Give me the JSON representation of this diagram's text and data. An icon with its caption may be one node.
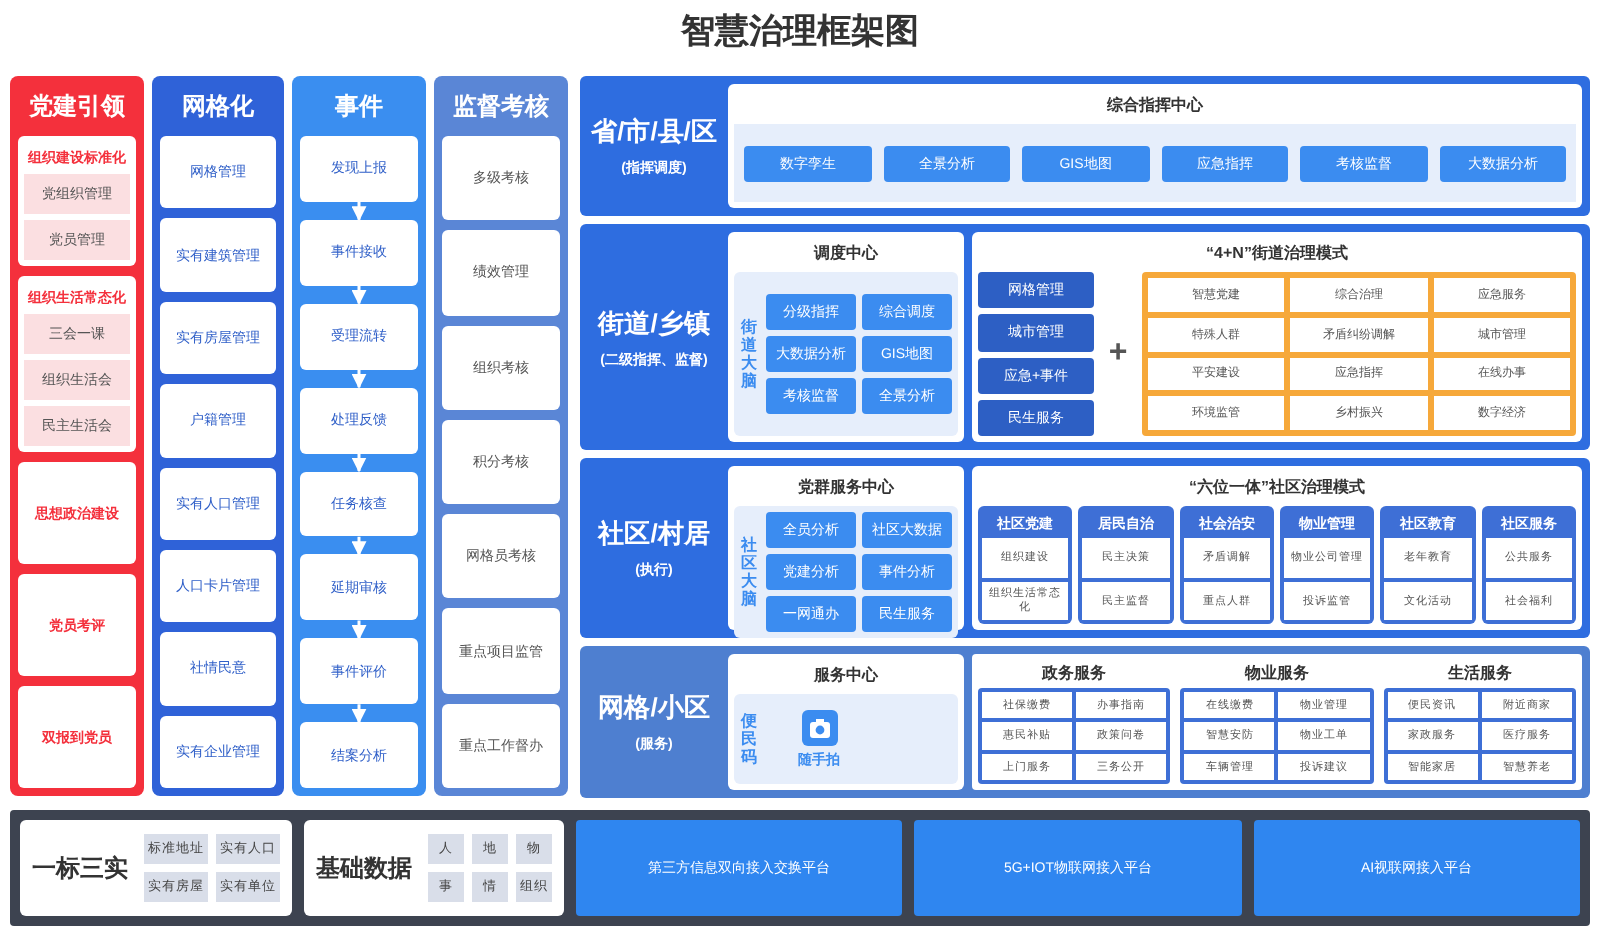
{
  "diagram": {
    "title": "智慧治理框架图",
    "nodes": [
      {
        "text": [
          "党建引领"
        ]
      },
      {
        "text": [
          "组织建设标准化"
        ],
        "in": 0
      },
      {
        "text": [
          "党组织管理"
        ],
        "in": 1
      },
      {
        "text": [
          "党员管理"
        ],
        "in": 1
      },
      {
        "text": [
          "组织生活常态化"
        ],
        "in": 0
      },
      {
        "text": [
          "三会一课"
        ],
        "in": 4
      },
      {
        "text": [
          "组织生活会"
        ],
        "in": 4
      },
      {
        "text": [
          "民主生活会"
        ],
        "in": 4
      },
      {
        "text": [
          "思想政治建设"
        ],
        "in": 0
      },
      {
        "text": [
          "党员考评"
        ],
        "in": 0
      },
      {
        "text": [
          "双报到党员"
        ],
        "in": 0
      },
      {
        "text": [
          "网格化"
        ]
      },
      {
        "text": [
          "网格管理"
        ],
        "in": 11
      },
      {
        "text": [
          "实有建筑管理"
        ],
        "in": 11
      },
      {
        "text": [
          "实有房屋管理"
        ],
        "in": 11
      },
      {
        "text": [
          "户籍管理"
        ],
        "in": 11
      },
      {
        "text": [
          "实有人口管理"
        ],
        "in": 11
      },
      {
        "text": [
          "人口卡片管理"
        ],
        "in": 11
      },
      {
        "text": [
          "社情民意"
        ],
        "in": 11
      },
      {
        "text": [
          "实有企业管理"
        ],
        "in": 11
      },
      {
        "text": [
          "事件"
        ]
      },
      {
        "text": [
          "发现上报"
        ],
        "in": 20
      },
      {
        "text": [
          "事件接收"
        ],
        "in": 20
      },
      {
        "text": [
          "受理流转"
        ],
        "in": 20
      },
      {
        "text": [
          "处理反馈"
        ],
        "in": 20
      },
      {
        "text": [
          "任务核查"
        ],
        "in": 20
      },
      {
        "text": [
          "延期审核"
        ],
        "in": 20
      },
      {
        "text": [
          "事件评价"
        ],
        "in": 20
      },
      {
        "text": [
          "结案分析"
        ],
        "in": 20
      },
      {
        "text": [
          "监督考核"
        ]
      },
      {
        "text": [
          "多级考核"
        ],
        "in": 29
      },
      {
        "text": [
          "绩效管理"
        ],
        "in": 29
      },
      {
        "text": [
          "组织考核"
        ],
        "in": 29
      },
      {
        "text": [
          "积分考核"
        ],
        "in": 29
      },
      {
        "text": [
          "网格员考核"
        ],
        "in": 29
      },
      {
        "text": [
          "重点项目监管"
        ],
        "in": 29
      },
      {
        "text": [
          "重点工作督办"
        ],
        "in": 29
      },
      {
        "text": [
          "省/市/县/区",
          "(指挥调度)"
        ]
      },
      {
        "text": [
          "综合指挥中心"
        ],
        "in": 37
      },
      {
        "text": [
          "数字孪生"
        ],
        "in": 38
      },
      {
        "text": [
          "全景分析"
        ],
        "in": 38
      },
      {
        "text": [
          "GIS地图"
        ],
        "in": 38
      },
      {
        "text": [
          "应急指挥"
        ],
        "in": 38
      },
      {
        "text": [
          "考核监督"
        ],
        "in": 38
      },
      {
        "text": [
          "大数据分析"
        ],
        "in": 38
      },
      {
        "text": [
          "街道/乡镇",
          "(二级指挥、监督)"
        ]
      },
      {
        "text": [
          "调度中心"
        ],
        "in": 45
      },
      {
        "text": [
          "街道大脑"
        ],
        "in": 46
      },
      {
        "text": [
          "分级指挥"
        ],
        "in": 47
      },
      {
        "text": [
          "综合调度"
        ],
        "in": 47
      },
      {
        "text": [
          "大数据分析"
        ],
        "in": 47
      },
      {
        "text": [
          "GIS地图"
        ],
        "in": 47
      },
      {
        "text": [
          "考核监督"
        ],
        "in": 47
      },
      {
        "text": [
          "全景分析"
        ],
        "in": 47
      },
      {
        "text": [
          "“4+N”街道治理模式"
        ],
        "in": 45
      },
      {
        "text": [
          "网格管理"
        ],
        "in": 54
      },
      {
        "text": [
          "城市管理"
        ],
        "in": 54
      },
      {
        "text": [
          "应急+事件"
        ],
        "in": 54
      },
      {
        "text": [
          "民生服务"
        ],
        "in": 54
      },
      {
        "text": [],
        "shape": "box",
        "in": 54
      },
      {
        "text": [
          "智慧党建"
        ],
        "in": 59
      },
      {
        "text": [
          "综合治理"
        ],
        "in": 59
      },
      {
        "text": [
          "应急服务"
        ],
        "in": 59
      },
      {
        "text": [
          "特殊人群"
        ],
        "in": 59
      },
      {
        "text": [
          "矛盾纠纷调解"
        ],
        "in": 59
      },
      {
        "text": [
          "城市管理"
        ],
        "in": 59
      },
      {
        "text": [
          "平安建设"
        ],
        "in": 59
      },
      {
        "text": [
          "应急指挥"
        ],
        "in": 59
      },
      {
        "text": [
          "在线办事"
        ],
        "in": 59
      },
      {
        "text": [
          "环境监管"
        ],
        "in": 59
      },
      {
        "text": [
          "乡村振兴"
        ],
        "in": 59
      },
      {
        "text": [
          "数字经济"
        ],
        "in": 59
      },
      {
        "text": [
          "社区/村居",
          "(执行)"
        ]
      },
      {
        "text": [
          "党群服务中心"
        ],
        "in": 72
      },
      {
        "text": [
          "社区大脑"
        ],
        "in": 73
      },
      {
        "text": [
          "全员分析"
        ],
        "in": 74
      },
      {
        "text": [
          "社区大数据"
        ],
        "in": 74
      },
      {
        "text": [
          "党建分析"
        ],
        "in": 74
      },
      {
        "text": [
          "事件分析"
        ],
        "in": 74
      },
      {
        "text": [
          "一网通办"
        ],
        "in": 74
      },
      {
        "text": [
          "民生服务"
        ],
        "in": 74
      },
      {
        "text": [
          "“六位一体”社区治理模式"
        ],
        "in": 72
      },
      {
        "text": [
          "社区党建"
        ],
        "in": 81
      },
      {
        "text": [
          "组织建设"
        ],
        "in": 82
      },
      {
        "text": [
          "组织生活常态化"
        ],
        "in": 82
      },
      {
        "text": [
          "居民自治"
        ],
        "in": 81
      },
      {
        "text": [
          "民主决策"
        ],
        "in": 85
      },
      {
        "text": [
          "民主监督"
        ],
        "in": 85
      },
      {
        "text": [
          "社会治安"
        ],
        "in": 81
      },
      {
        "text": [
          "矛盾调解"
        ],
        "in": 88
      },
      {
        "text": [
          "重点人群"
        ],
        "in": 88
      },
      {
        "text": [
          "物业管理"
        ],
        "in": 81
      },
      {
        "text": [
          "物业公司管理"
        ],
        "in": 91
      },
      {
        "text": [
          "投诉监管"
        ],
        "in": 91
      },
      {
        "text": [
          "社区教育"
        ],
        "in": 81
      },
      {
        "text": [
          "老年教育"
        ],
        "in": 94
      },
      {
        "text": [
          "文化活动"
        ],
        "in": 94
      },
      {
        "text": [
          "社区服务"
        ],
        "in": 81
      },
      {
        "text": [
          "公共服务"
        ],
        "in": 97
      },
      {
        "text": [
          "社会福利"
        ],
        "in": 97
      },
      {
        "text": [
          "网格/小区",
          "(服务)"
        ]
      },
      {
        "text": [
          "服务中心"
        ],
        "in": 100
      },
      {
        "text": [
          "便民码"
        ],
        "in": 101
      },
      {
        "text": [
          "随手拍"
        ],
        "in": 102
      },
      {
        "text": [],
        "shape": "box",
        "in": 100
      },
      {
        "text": [
          "政务服务"
        ],
        "in": 104
      },
      {
        "text": [
          "社保缴费"
        ],
        "in": 105
      },
      {
        "text": [
          "办事指南"
        ],
        "in": 105
      },
      {
        "text": [
          "惠民补贴"
        ],
        "in": 105
      },
      {
        "text": [
          "政策问卷"
        ],
        "in": 105
      },
      {
        "text": [
          "上门服务"
        ],
        "in": 105
      },
      {
        "text": [
          "三务公开"
        ],
        "in": 105
      },
      {
        "text": [
          "物业服务"
        ],
        "in": 104
      },
      {
        "text": [
          "在线缴费"
        ],
        "in": 112
      },
      {
        "text": [
          "物业管理"
        ],
        "in": 112
      },
      {
        "text": [
          "智慧安防"
        ],
        "in": 112
      },
      {
        "text": [
          "物业工单"
        ],
        "in": 112
      },
      {
        "text": [
          "车辆管理"
        ],
        "in": 112
      },
      {
        "text": [
          "投诉建议"
        ],
        "in": 112
      },
      {
        "text": [
          "生活服务"
        ],
        "in": 104
      },
      {
        "text": [
          "便民资讯"
        ],
        "in": 119
      },
      {
        "text": [
          "附近商家"
        ],
        "in": 119
      },
      {
        "text": [
          "家政服务"
        ],
        "in": 119
      },
      {
        "text": [
          "医疗服务"
        ],
        "in": 119
      },
      {
        "text": [
          "智能家居"
        ],
        "in": 119
      },
      {
        "text": [
          "智慧养老"
        ],
        "in": 119
      },
      {
        "text": [],
        "shape": "box"
      },
      {
        "text": [
          "一标三实"
        ],
        "in": 126
      },
      {
        "text": [
          "标准地址"
        ],
        "in": 127
      },
      {
        "text": [
          "实有人口"
        ],
        "in": 127
      },
      {
        "text": [
          "实有房屋"
        ],
        "in": 127
      },
      {
        "text": [
          "实有单位"
        ],
        "in": 127
      },
      {
        "text": [
          "基础数据"
        ],
        "in": 126
      },
      {
        "text": [
          "人"
        ],
        "in": 132
      },
      {
        "text": [
          "地"
        ],
        "in": 132
      },
      {
        "text": [
          "物"
        ],
        "in": 132
      },
      {
        "text": [
          "事"
        ],
        "in": 132
      },
      {
        "text": [
          "情"
        ],
        "in": 132
      },
      {
        "text": [
          "组织"
        ],
        "in": 132
      },
      {
        "text": [
          "第三方信息双向接入交换平台"
        ],
        "in": 126
      },
      {
        "text": [
          "5G+IOT物联网接入平台"
        ],
        "in": 126
      },
      {
        "text": [
          "AI视联网接入平台"
        ],
        "in": 126
      }
    ],
    "edges": [
      {
        "from": 21,
        "to": 22,
        "arrow": "to"
      },
      {
        "from": 22,
        "to": 23,
        "arrow": "to"
      },
      {
        "from": 23,
        "to": 24,
        "arrow": "to"
      },
      {
        "from": 24,
        "to": 25,
        "arrow": "to"
      },
      {
        "from": 25,
        "to": 26,
        "arrow": "to"
      },
      {
        "from": 26,
        "to": 27,
        "arrow": "to"
      },
      {
        "from": 27,
        "to": 28,
        "arrow": "to"
      }
    ],
    "labels": [
      "+"
    ]
  }
}
